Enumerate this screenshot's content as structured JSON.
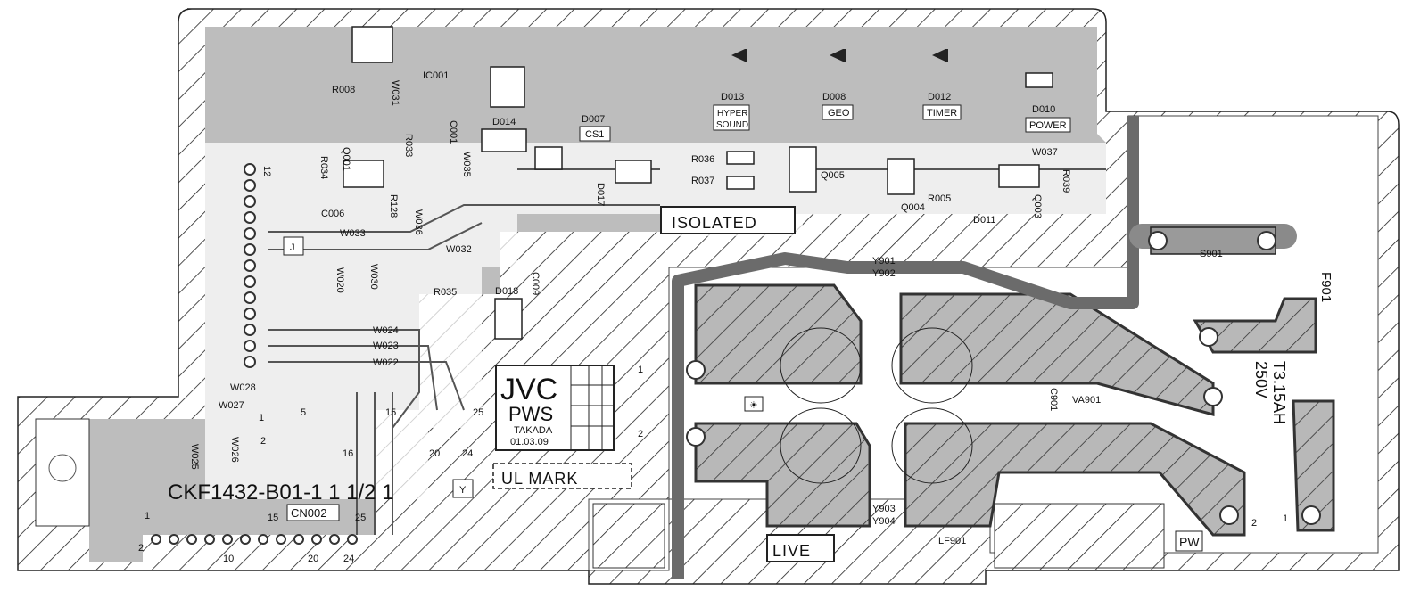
{
  "board": {
    "pcb_number": "CKF1432-B01-1 1 1/2 1",
    "connector_cn": "CN002",
    "isolated_label": "ISOLATED",
    "live_label": "LIVE",
    "ul_mark_label": "UL MARK",
    "pw_label": "PW",
    "j_label": "J",
    "y_label": "Y",
    "sun_icon": "sun-icon"
  },
  "brand_box": {
    "brand": "JVC",
    "code": "PWS",
    "maker": "TAKADA",
    "date": "01.03.09"
  },
  "fuse": {
    "ref": "F901",
    "rating_line1": "T3.15AH",
    "rating_line2": "250V"
  },
  "led_labels": {
    "hyper_sound_line1": "HYPER",
    "hyper_sound_line2": "SOUND",
    "geo": "GEO",
    "timer": "TIMER",
    "power": "POWER",
    "cs1": "CS1"
  },
  "components": {
    "d013": "D013",
    "d008": "D008",
    "d012": "D012",
    "d010": "D010",
    "d007": "D007",
    "d014": "D014",
    "d011": "D011",
    "d018": "D018",
    "d017": "D017",
    "q001": "Q001",
    "q005": "Q005",
    "q004": "Q004",
    "q003": "Q003",
    "r008": "R008",
    "r033": "R033",
    "r128": "R128",
    "r034": "R034",
    "r036": "R036",
    "r037": "R037",
    "r035": "R035",
    "r005": "R005",
    "r039": "R039",
    "c006": "C006",
    "c009": "C009",
    "c001": "C001",
    "c901": "C901",
    "ic001": "IC001",
    "s901": "S901",
    "va901": "VA901",
    "lf901": "LF901",
    "y901": "Y901",
    "y902": "Y902",
    "y903": "Y903",
    "y904": "Y904",
    "w031": "W031",
    "w033": "W033",
    "w032": "W032",
    "w024": "W024",
    "w023": "W023",
    "w022": "W022",
    "w028": "W028",
    "w027": "W027",
    "w035": "W035",
    "w036": "W036",
    "w037": "W037",
    "w026": "W026",
    "w025": "W025",
    "w030": "W030",
    "w020": "W020"
  },
  "pins": {
    "p1": "1",
    "p2": "2",
    "p5": "5",
    "p10": "10",
    "p12": "12",
    "p15": "15",
    "p16": "16",
    "p20": "20",
    "p24": "24",
    "p25": "25"
  }
}
